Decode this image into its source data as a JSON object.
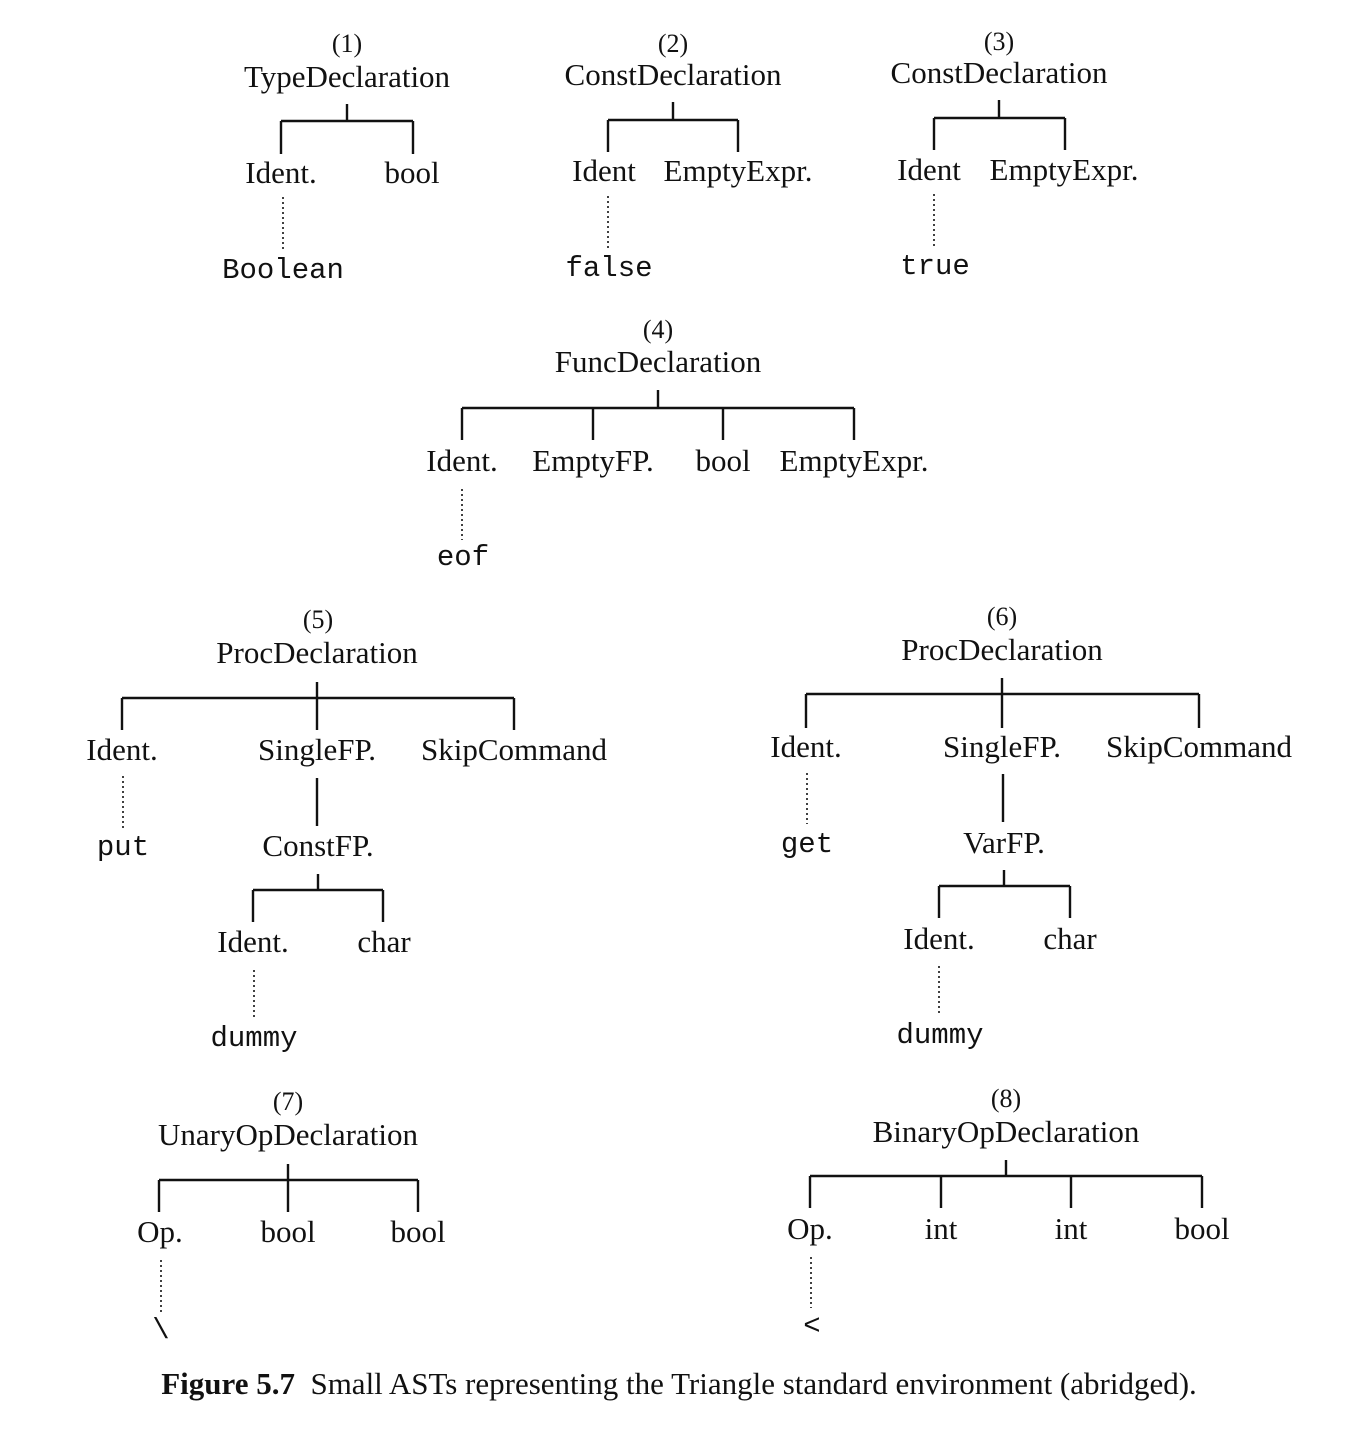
{
  "caption": {
    "label": "Figure 5.7",
    "text": "Small ASTs representing the Triangle standard environment (abridged)."
  },
  "trees": [
    {
      "number": "(1)",
      "root": "TypeDeclaration",
      "children": [
        {
          "label": "Ident.",
          "spelling": "Boolean"
        },
        {
          "label": "bool"
        }
      ]
    },
    {
      "number": "(2)",
      "root": "ConstDeclaration",
      "children": [
        {
          "label": "Ident",
          "spelling": "false"
        },
        {
          "label": "EmptyExpr."
        }
      ]
    },
    {
      "number": "(3)",
      "root": "ConstDeclaration",
      "children": [
        {
          "label": "Ident",
          "spelling": "true"
        },
        {
          "label": "EmptyExpr."
        }
      ]
    },
    {
      "number": "(4)",
      "root": "FuncDeclaration",
      "children": [
        {
          "label": "Ident.",
          "spelling": "eof"
        },
        {
          "label": "EmptyFP."
        },
        {
          "label": "bool"
        },
        {
          "label": "EmptyExpr."
        }
      ]
    },
    {
      "number": "(5)",
      "root": "ProcDeclaration",
      "children": [
        {
          "label": "Ident.",
          "spelling": "put"
        },
        {
          "label": "SingleFP.",
          "child": "ConstFP.",
          "grandchildren": [
            {
              "label": "Ident.",
              "spelling": "dummy"
            },
            {
              "label": "char"
            }
          ]
        },
        {
          "label": "SkipCommand"
        }
      ]
    },
    {
      "number": "(6)",
      "root": "ProcDeclaration",
      "children": [
        {
          "label": "Ident.",
          "spelling": "get"
        },
        {
          "label": "SingleFP.",
          "child": "VarFP.",
          "grandchildren": [
            {
              "label": "Ident.",
              "spelling": "dummy"
            },
            {
              "label": "char"
            }
          ]
        },
        {
          "label": "SkipCommand"
        }
      ]
    },
    {
      "number": "(7)",
      "root": "UnaryOpDeclaration",
      "children": [
        {
          "label": "Op.",
          "spelling": "\\"
        },
        {
          "label": "bool"
        },
        {
          "label": "bool"
        }
      ]
    },
    {
      "number": "(8)",
      "root": "BinaryOpDeclaration",
      "children": [
        {
          "label": "Op.",
          "spelling": "<"
        },
        {
          "label": "int"
        },
        {
          "label": "int"
        },
        {
          "label": "bool"
        }
      ]
    }
  ]
}
